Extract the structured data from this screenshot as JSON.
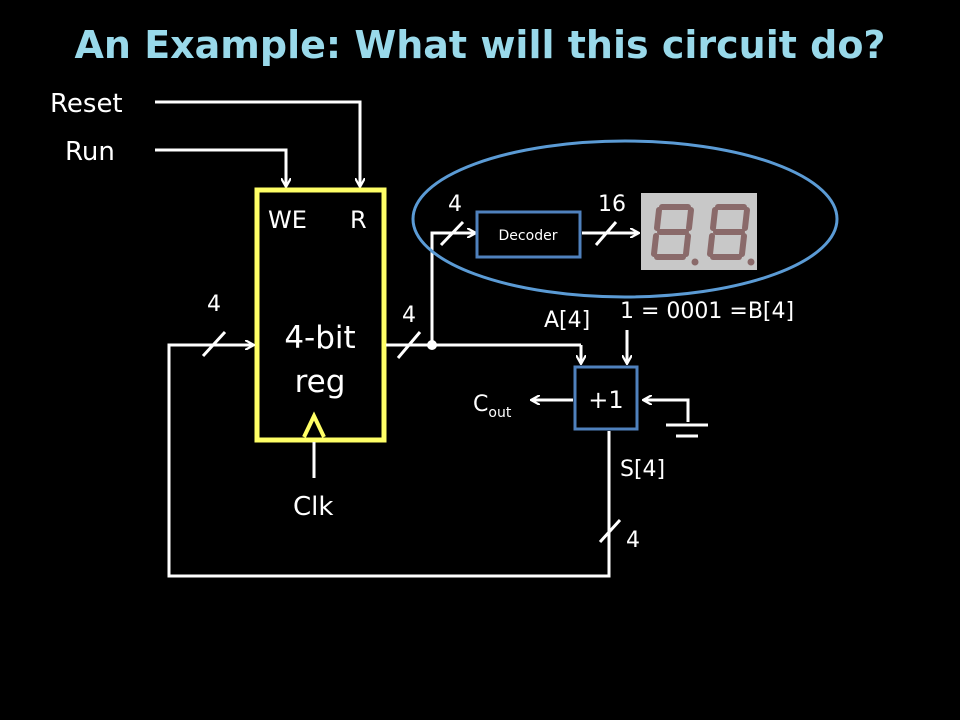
{
  "slide": {
    "title": "An Example: What will this circuit do?"
  },
  "inputs": {
    "reset_label": "Reset",
    "run_label": "Run"
  },
  "register": {
    "we_label": "WE",
    "r_label": "R",
    "name_line1": "4-bit",
    "name_line2": "reg",
    "clk_label": "Clk"
  },
  "bus_widths": {
    "feedback_in": "4",
    "reg_out": "4",
    "decoder_in": "4",
    "decoder_out": "16",
    "sum_out": "4"
  },
  "decoder": {
    "label": "Decoder"
  },
  "adder": {
    "label": "+1",
    "a_label": "A[4]",
    "b_label": "1 = 0001 =B[4]",
    "cout_label": "C",
    "cout_sub": "out",
    "s_label": "S[4]"
  },
  "colors": {
    "background": "#000000",
    "title": "#99d9ea",
    "register_border": "#ffff66",
    "box_border": "#4f81bd",
    "ellipse": "#5b9bd5",
    "wire": "#ffffff",
    "display": "#6b4f4f"
  }
}
